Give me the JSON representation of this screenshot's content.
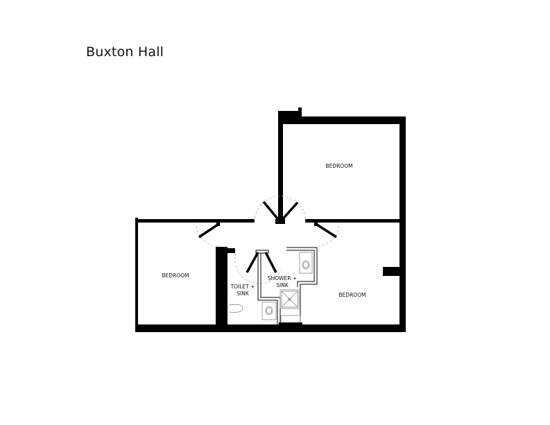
{
  "title": "Buxton Hall",
  "colors": {
    "wall": "#000000",
    "background": "#ffffff",
    "fixture": "#888888",
    "door_swing": "#aaaaaa",
    "text": "#111111"
  },
  "rooms": [
    {
      "id": "bedroom-top",
      "label": "BEDROOM"
    },
    {
      "id": "bedroom-left",
      "label": "BEDROOM"
    },
    {
      "id": "bedroom-right",
      "label": "BEDROOM"
    },
    {
      "id": "toilet-sink",
      "label_line1": "TOILET +",
      "label_line2": "SINK"
    },
    {
      "id": "shower-sink",
      "label_line1": "SHOWER +",
      "label_line2": "SINK"
    }
  ]
}
